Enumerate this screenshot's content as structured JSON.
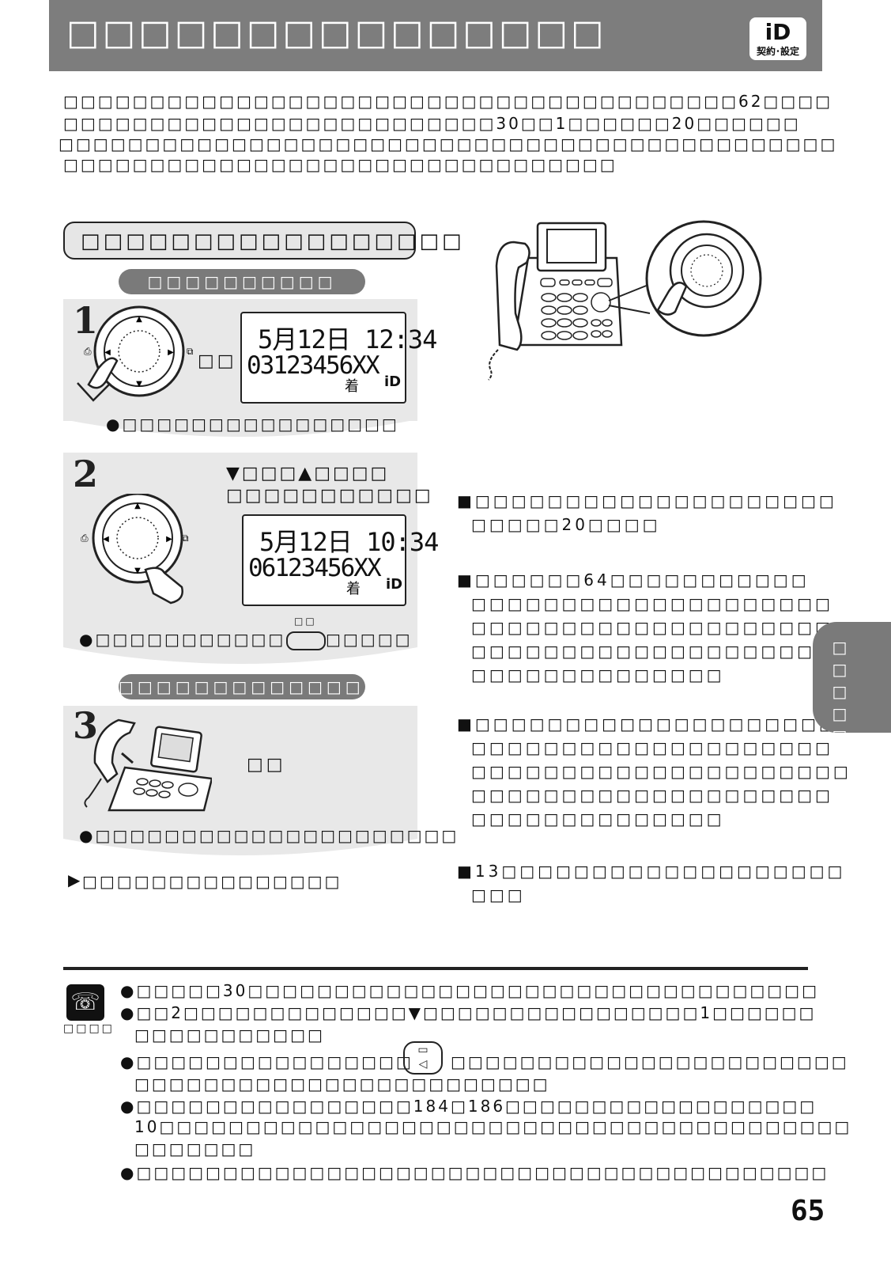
{
  "header": {
    "title": "□□□□□□□□□□□□□□□",
    "badge_logo": "iD",
    "badge_text": "契約･設定"
  },
  "intro": {
    "line1": "□□□□□□□□□□□□□□□□□□□□□□□□□□□□□□□□□□□□□□□62□□□□",
    "line2": "□□□□□□□□□□□□□□□□□□□□□□□□□30□□1□□□□□□20□□□□□□",
    "line3": "□□□□□□□□□□□□□□□□□□□□□□□□□□□□□□□□□□□□□□□□□□□□□",
    "line4": "□□□□□□□□□□□□□□□□□□□□□□□□□□□□□□□□"
  },
  "section": {
    "title": "□□□□□□□□□□□□□□□□□",
    "pill1": "□□□□□□□□□□",
    "pill2": "□□□□□□□□□□□□□□"
  },
  "step1": {
    "num": "1",
    "action": "□□",
    "lcd_line1": "5月12日 12:34",
    "lcd_line2": "03123456XX",
    "lcd_icon1": "着",
    "lcd_icon2": "iD",
    "note": "●□□□□□□□□□□□□□□□□"
  },
  "step2": {
    "num": "2",
    "instr1": "▼□□□▲□□□□",
    "instr2": "□□□□□□□□□□□",
    "lcd_line1": "5月12日 10:34",
    "lcd_line2": "06123456XX",
    "lcd_icon1": "着",
    "lcd_icon2": "iD",
    "note_a": "●□□□□□□□□□□□",
    "note_b": "□□□□□",
    "key_label": "□□"
  },
  "step3": {
    "num": "3",
    "action": "□□",
    "note": "●□□□□□□□□□□□□□□□□□□□□□"
  },
  "next": "□□□□□□□□□□□□□□□",
  "right": {
    "p1": [
      "■□□□□□□□□□□□□□□□□□□□□",
      "□□□□□20□□□□"
    ],
    "p2": [
      "■□□□□□□64□□□□□□□□□□□",
      "□□□□□□□□□□□□□□□□□□□□",
      "□□□□□□□□□□□□□□□□□□□□",
      "□□□□□□□□□□□□□□□□□□□□",
      "□□□□□□□□□□□□□□"
    ],
    "p3": [
      "■□□□□□□□□□□□□□□□□□□□□",
      "□□□□□□□□□□□□□□□□□□□□",
      "□□□□□□□□□□□□□□□□□□□□□",
      "□□□□□□□□□□□□□□□□□□□□",
      "□□□□□□□□□□□□□□"
    ],
    "p4": [
      "■13□□□□□□□□□□□□□□□□□□□",
      "□□□"
    ]
  },
  "sidetab": "□□□□□□",
  "memo": {
    "label": "□□□□",
    "b1": "●□□□□□30□□□□□□□□□□□□□□□□□□□□□□□□□□□□□□□□□",
    "b2a": "●□□2□□□□□□□□□□□□□▼□□□□□□□□□□□□□□□□1□□□□□□",
    "b2b": "□□□□□□□□□□□",
    "b3a": "●□□□□□□□□□□□□□□□□",
    "b3a2": "□□□□□□□□□□□□□□□□□□□□□□□",
    "b3b": "□□□□□□□□□□□□□□□□□□□□□□□□",
    "b4a": "●□□□□□□□□□□□□□□□□184□186□□□□□□□□□□□□□□□□□□",
    "b4b": "10□□□□□□□□□□□□□□□□□□□□□□□□□□□□□□□□□□□□□□□□",
    "b4c": "□□□□□□□",
    "b5": "●□□□□□□□□□□□□□□□□□□□□□□□□□□□□□□□□□□□□□□□□"
  },
  "page_number": "65"
}
